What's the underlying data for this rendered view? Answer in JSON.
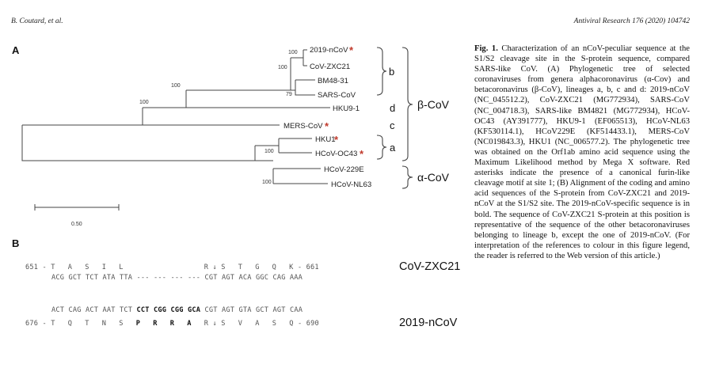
{
  "header": {
    "authors": "B. Coutard, et al.",
    "journal": "Antiviral Research 176 (2020) 104742"
  },
  "panel_a": {
    "label": "A",
    "taxa": [
      "2019-nCoV",
      "CoV-ZXC21",
      "BM48-31",
      "SARS-CoV",
      "HKU9-1",
      "MERS-CoV",
      "HKU1",
      "HCoV-OC43",
      "HCoV-229E",
      "HCoV-NL63"
    ],
    "asterisk": "*",
    "bootstrap": [
      "100",
      "100",
      "100",
      "100",
      "79",
      "100",
      "100"
    ],
    "lineages": [
      "b",
      "d",
      "c",
      "a"
    ],
    "groups": [
      "β-CoV",
      "α-CoV"
    ],
    "scale_label": "0.50"
  },
  "panel_b": {
    "label": "B",
    "zxc21_aa": "651 - T   A   S   I   L                   R ↓ S   T   G   Q   K - 661",
    "zxc21_nt": "ACG GCT TCT ATA TTA --- --- --- --- CGT AGT ACA GGC CAG AAA",
    "ncov_nt_1": "ACT CAG ACT AAT TCT ",
    "ncov_nt_bold": "CCT CGG CGG GCA",
    "ncov_nt_2": " CGT AGT GTA GCT AGT CAA",
    "ncov_aa_1": "676 - T   Q   T   N   S   ",
    "ncov_aa_bold": "P   R   R   A",
    "ncov_aa_2": "   R ↓ S   V   A   S   Q - 690",
    "names": [
      "CoV-ZXC21",
      "2019-nCoV"
    ]
  },
  "caption": {
    "label": "Fig. 1.",
    "text": " Characterization of an nCoV-peculiar sequence at the S1/S2 cleavage site in the S-protein sequence, compared SARS-like CoV. (A) Phylogenetic tree of selected coronaviruses from genera alphacoronavirus (α-Cov) and betacoronavirus (β-CoV), lineages a, b, c and d: 2019-nCoV (NC_045512.2), CoV-ZXC21 (MG772934), SARS-CoV (NC_004718.3), SARS-like BM4821 (MG772934), HCoV-OC43 (AY391777), HKU9-1 (EF065513), HCoV-NL63 (KF530114.1), HCoV229E (KF514433.1), MERS-CoV (NC019843.3), HKU1 (NC_006577.2). The phylogenetic tree was obtained on the Orf1ab amino acid sequence using the Maximum Likelihood method by Mega X software. Red asterisks indicate the presence of a canonical furin-like cleavage motif at site 1; (B) Alignment of the coding and amino acid sequences of the S-protein from CoV-ZXC21 and 2019-nCoV at the S1/S2 site. The 2019-nCoV-specific sequence is in bold. The sequence of CoV-ZXC21 S-protein at this position is representative of the sequence of the other betacoronaviruses belonging to lineage b, except the one of 2019-nCoV. (For interpretation of the references to colour in this figure legend, the reader is referred to the Web version of this article.)"
  }
}
